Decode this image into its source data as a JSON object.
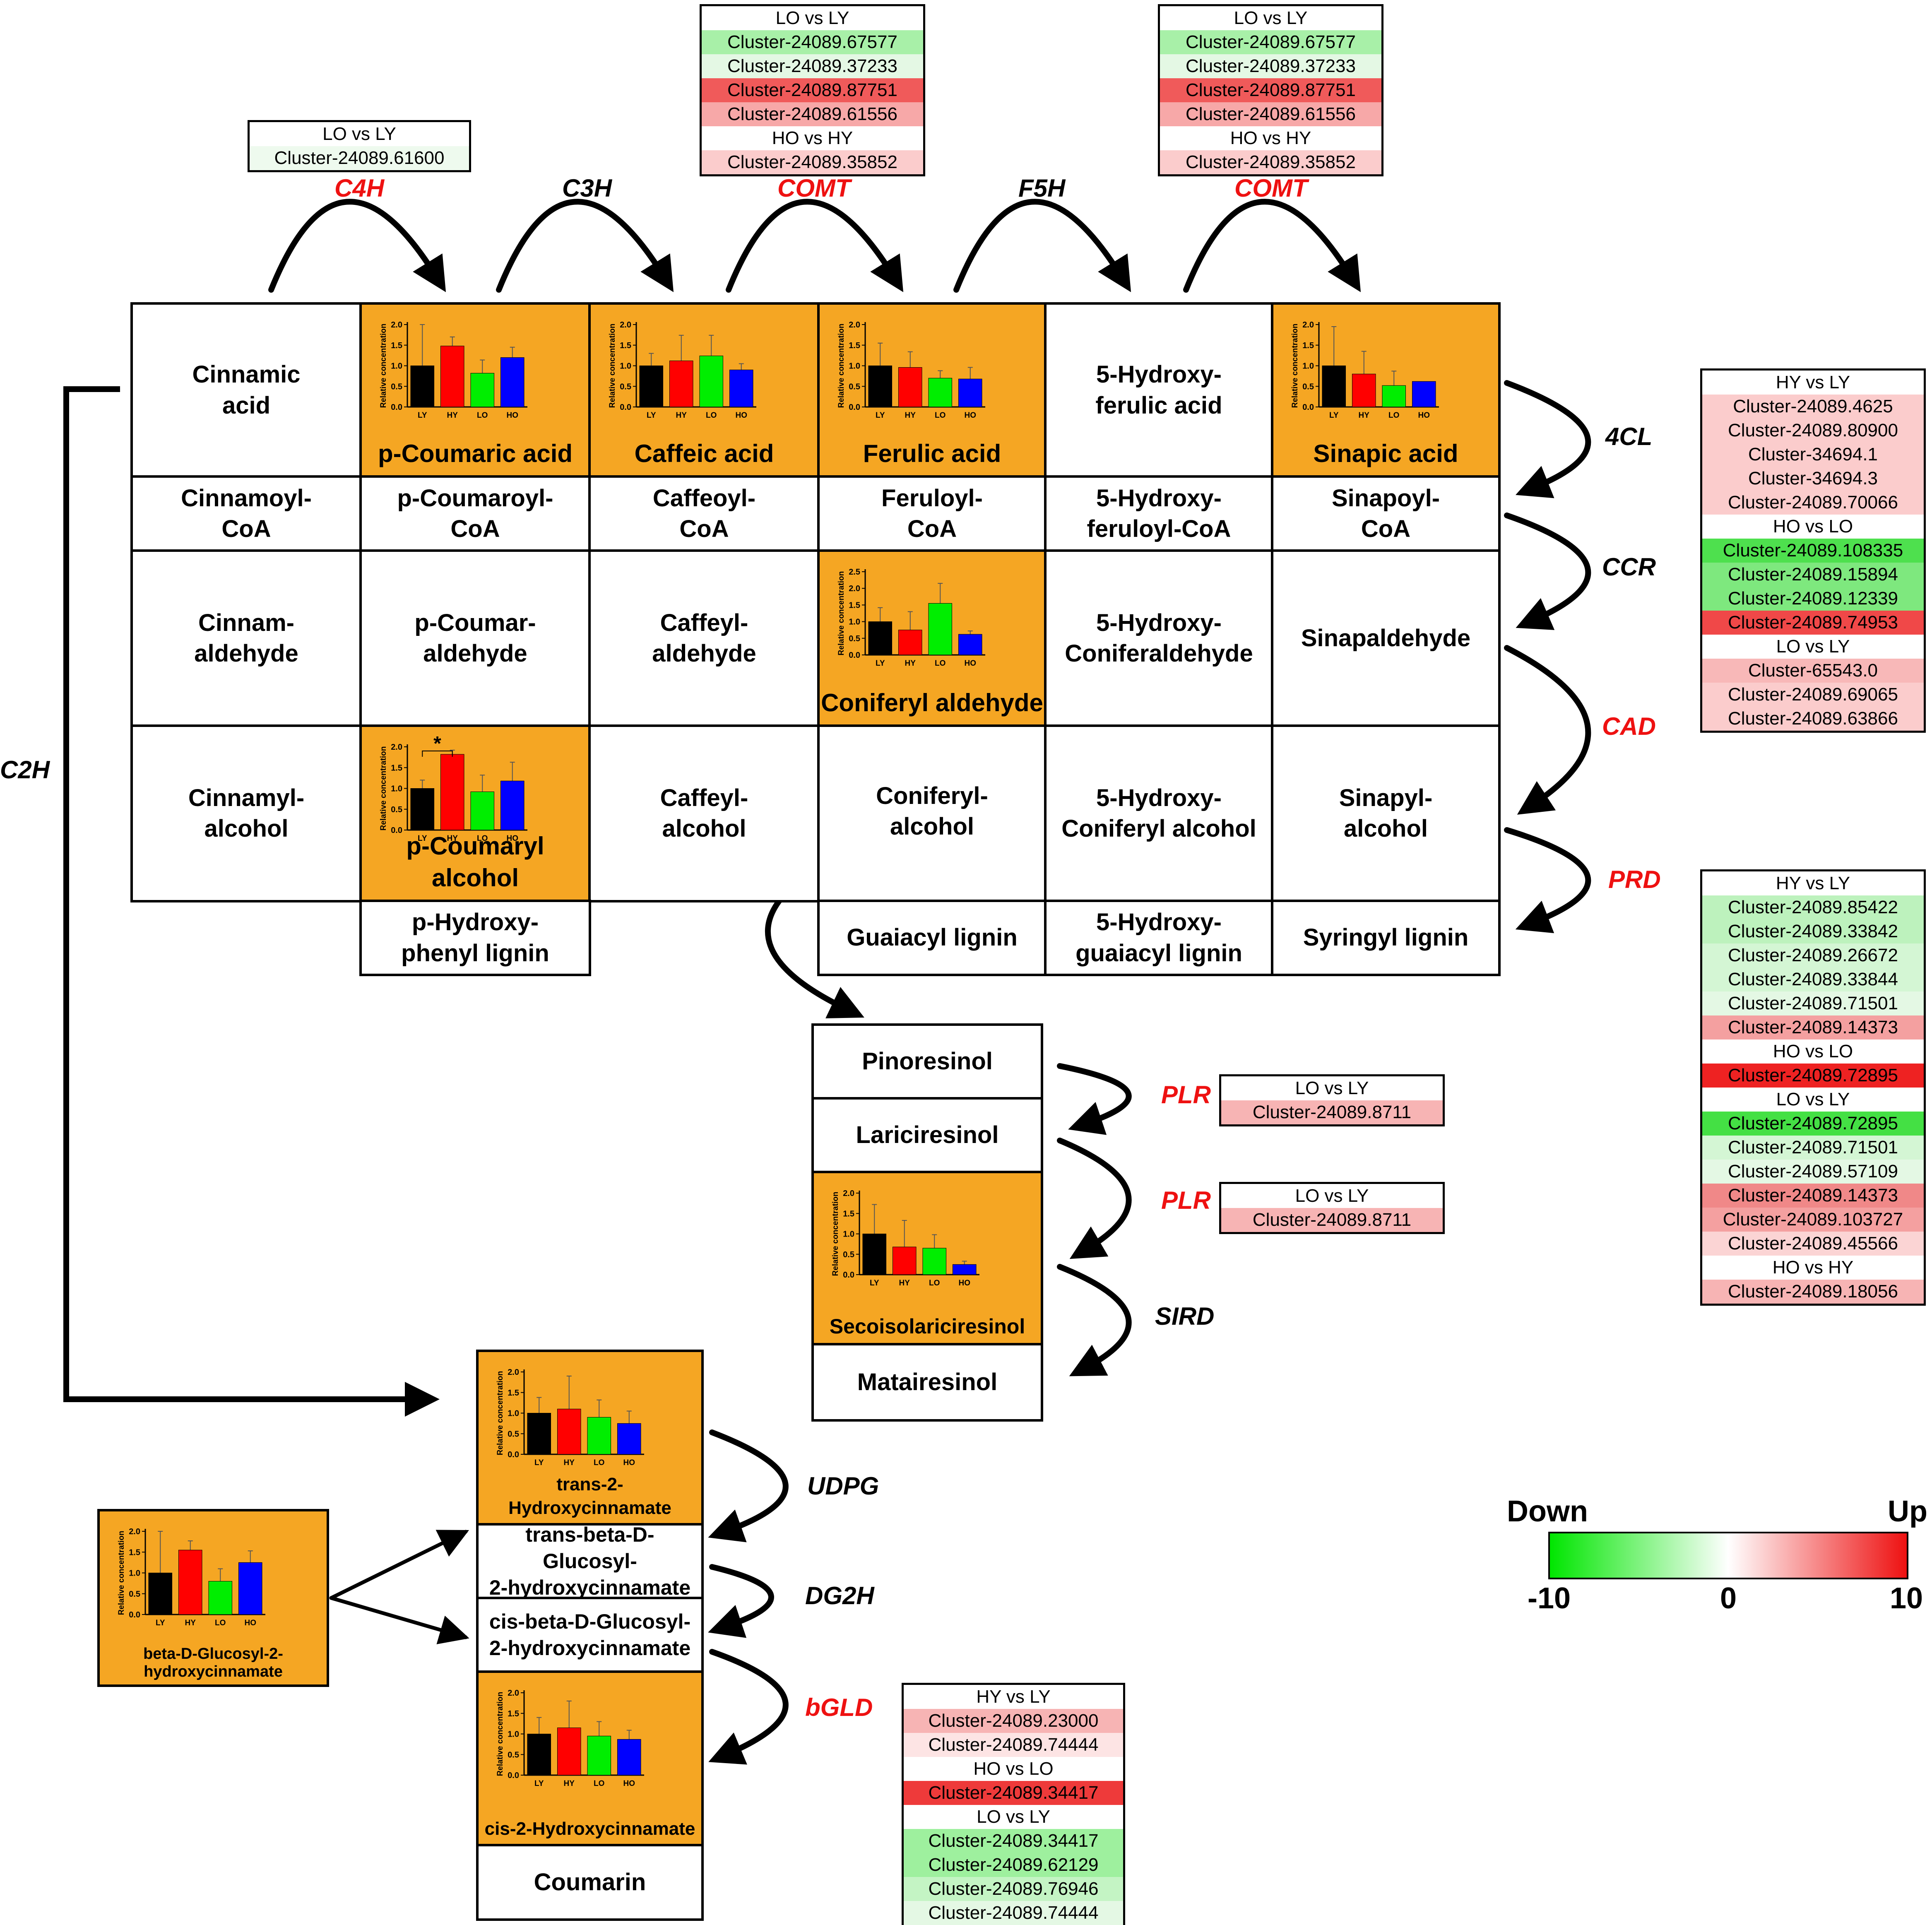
{
  "legend": {
    "down": "Down",
    "up": "Up",
    "min": "-10",
    "zero": "0",
    "max": "10",
    "colors": {
      "low": "#00e600",
      "mid": "#ffffff",
      "high": "#ee1111"
    }
  },
  "chart_axis": {
    "ylabel": "Relative concentration",
    "ticks": [
      "0.0",
      "0.5",
      "1.0",
      "1.5",
      "2.0"
    ],
    "ticks_25": [
      "0.0",
      "0.5",
      "1.0",
      "1.5",
      "2.0",
      "2.5"
    ],
    "groups": [
      "LY",
      "HY",
      "LO",
      "HO"
    ]
  },
  "bar_colors": [
    "#000000",
    "#ff0000",
    "#00ee00",
    "#0000ff"
  ],
  "compounds": {
    "cinnamic_acid": "Cinnamic\nacid",
    "p_coumaric_acid": "p-Coumaric acid",
    "caffeic_acid": "Caffeic acid",
    "ferulic_acid": "Ferulic acid",
    "hydroxyferulic_acid": "5-Hydroxy-\nferulic acid",
    "sinapic_acid": "Sinapic acid",
    "cinnamoyl_coa": "Cinnamoyl-\nCoA",
    "p_coumaroyl_coa": "p-Coumaroyl-\nCoA",
    "caffeoyl_coa": "Caffeoyl-\nCoA",
    "feruloyl_coa": "Feruloyl-\nCoA",
    "hydroxyferuloyl_coa": "5-Hydroxy-\nferuloyl-CoA",
    "sinapoyl_coa": "Sinapoyl-\nCoA",
    "cinnamaldehyde": "Cinnam-\naldehyde",
    "p_coumaraldehyde": "p-Coumar-\naldehyde",
    "caffeylaldehyde": "Caffeyl-\naldehyde",
    "coniferyl_aldehyde": "Coniferyl aldehyde",
    "hydroxyconiferaldehyde": "5-Hydroxy-\nConiferaldehyde",
    "sinapaldehyde": "Sinapaldehyde",
    "cinnamyl_alcohol": "Cinnamyl-\nalcohol",
    "p_coumaryl_alcohol": "p-Coumaryl alcohol",
    "caffeyl_alcohol": "Caffeyl-\nalcohol",
    "coniferyl_alcohol": "Coniferyl-\nalcohol",
    "hydroxyconiferyl_alcohol": "5-Hydroxy-\nConiferyl alcohol",
    "sinapyl_alcohol": "Sinapyl-\nalcohol",
    "p_hydroxyphenyl_lignin": "p-Hydroxy-\nphenyl lignin",
    "guaiacyl_lignin": "Guaiacyl lignin",
    "hydroxyguaiacyl_lignin": "5-Hydroxy-\nguaiacyl lignin",
    "syringyl_lignin": "Syringyl lignin",
    "pinoresinol": "Pinoresinol",
    "lariciresinol": "Lariciresinol",
    "secoisolariciresinol": "Secoisolariciresinol",
    "matairesinol": "Matairesinol",
    "trans_2_hydroxycinnamate": "trans-2-Hydroxycinnamate",
    "trans_glucosyl": "trans-beta-D-Glucosyl-\n2-hydroxycinnamate",
    "cis_glucosyl": "cis-beta-D-Glucosyl-\n2-hydroxycinnamate",
    "cis_2_hydroxycinnamate": "cis-2-Hydroxycinnamate",
    "coumarin": "Coumarin",
    "beta_glucosyl": "beta-D-Glucosyl-2-\nhydroxycinnamate"
  },
  "enzymes": {
    "C4H": {
      "label": "C4H",
      "color": "#ee1111"
    },
    "C3H": {
      "label": "C3H",
      "color": "#000000"
    },
    "COMT1": {
      "label": "COMT",
      "color": "#ee1111"
    },
    "F5H": {
      "label": "F5H",
      "color": "#000000"
    },
    "COMT2": {
      "label": "COMT",
      "color": "#ee1111"
    },
    "4CL": {
      "label": "4CL",
      "color": "#000000"
    },
    "CCR": {
      "label": "CCR",
      "color": "#000000"
    },
    "CAD": {
      "label": "CAD",
      "color": "#ee1111"
    },
    "PRD": {
      "label": "PRD",
      "color": "#ee1111"
    },
    "PLR1": {
      "label": "PLR",
      "color": "#ee1111"
    },
    "PLR2": {
      "label": "PLR",
      "color": "#ee1111"
    },
    "SIRD": {
      "label": "SIRD",
      "color": "#000000"
    },
    "UDPG": {
      "label": "UDPG",
      "color": "#000000"
    },
    "DG2H": {
      "label": "DG2H",
      "color": "#000000"
    },
    "bGLD": {
      "label": "bGLD",
      "color": "#ee1111"
    },
    "C2H": {
      "label": "C2H",
      "color": "#000000"
    }
  },
  "gene_boxes": {
    "c4h": [
      {
        "h": "LO vs LY"
      },
      {
        "t": "Cluster-24089.61600",
        "c": "#eefaee"
      }
    ],
    "comt1": [
      {
        "h": "LO vs LY"
      },
      {
        "t": "Cluster-24089.67577",
        "c": "#a8f0a8"
      },
      {
        "t": "Cluster-24089.37233",
        "c": "#e4f8e4"
      },
      {
        "t": "Cluster-24089.87751",
        "c": "#f05a5a"
      },
      {
        "t": "Cluster-24089.61556",
        "c": "#f7a8a8"
      },
      {
        "h": "HO vs HY"
      },
      {
        "t": "Cluster-24089.35852",
        "c": "#fbcccc"
      }
    ],
    "comt2": [
      {
        "h": "LO vs LY"
      },
      {
        "t": "Cluster-24089.67577",
        "c": "#a8f0a8"
      },
      {
        "t": "Cluster-24089.37233",
        "c": "#e4f8e4"
      },
      {
        "t": "Cluster-24089.87751",
        "c": "#f05a5a"
      },
      {
        "t": "Cluster-24089.61556",
        "c": "#f7a8a8"
      },
      {
        "h": "HO vs HY"
      },
      {
        "t": "Cluster-24089.35852",
        "c": "#fbcccc"
      }
    ],
    "right1": [
      {
        "h": "HY vs LY"
      },
      {
        "t": "Cluster-24089.4625",
        "c": "#fbcccc"
      },
      {
        "t": "Cluster-24089.80900",
        "c": "#fbcccc"
      },
      {
        "t": "Cluster-34694.1",
        "c": "#fbcccc"
      },
      {
        "t": "Cluster-34694.3",
        "c": "#fbcccc"
      },
      {
        "t": "Cluster-24089.70066",
        "c": "#fbcccc"
      },
      {
        "h": "HO vs LO"
      },
      {
        "t": "Cluster-24089.108335",
        "c": "#4ee04e"
      },
      {
        "t": "Cluster-24089.15894",
        "c": "#7ee87e"
      },
      {
        "t": "Cluster-24089.12339",
        "c": "#7ee87e"
      },
      {
        "t": "Cluster-24089.74953",
        "c": "#f04848"
      },
      {
        "h": "LO vs LY"
      },
      {
        "t": "Cluster-65543.0",
        "c": "#f8b8b8"
      },
      {
        "t": "Cluster-24089.69065",
        "c": "#fbcccc"
      },
      {
        "t": "Cluster-24089.63866",
        "c": "#fbcccc"
      }
    ],
    "right2": [
      {
        "h": "HY vs LY"
      },
      {
        "t": "Cluster-24089.85422",
        "c": "#bdf2bd"
      },
      {
        "t": "Cluster-24089.33842",
        "c": "#bdf2bd"
      },
      {
        "t": "Cluster-24089.26672",
        "c": "#d4f6d4"
      },
      {
        "t": "Cluster-24089.33844",
        "c": "#d4f6d4"
      },
      {
        "t": "Cluster-24089.71501",
        "c": "#e4f8e4"
      },
      {
        "t": "Cluster-24089.14373",
        "c": "#f4a0a0"
      },
      {
        "h": "HO vs LO"
      },
      {
        "t": "Cluster-24089.72895",
        "c": "#ee2222"
      },
      {
        "h": "LO vs LY"
      },
      {
        "t": "Cluster-24089.72895",
        "c": "#44e044"
      },
      {
        "t": "Cluster-24089.71501",
        "c": "#d4f6d4"
      },
      {
        "t": "Cluster-24089.57109",
        "c": "#e4f8e4"
      },
      {
        "t": "Cluster-24089.14373",
        "c": "#f08888"
      },
      {
        "t": "Cluster-24089.103727",
        "c": "#f4a0a0"
      },
      {
        "t": "Cluster-24089.45566",
        "c": "#fbd4d4"
      },
      {
        "h": "HO vs HY"
      },
      {
        "t": "Cluster-24089.18056",
        "c": "#f7b4b4"
      }
    ],
    "plr1": [
      {
        "h": "LO vs LY"
      },
      {
        "t": "Cluster-24089.8711",
        "c": "#f7b4b4"
      }
    ],
    "plr2": [
      {
        "h": "LO vs LY"
      },
      {
        "t": "Cluster-24089.8711",
        "c": "#f7b4b4"
      }
    ],
    "bgld": [
      {
        "h": "HY vs LY"
      },
      {
        "t": "Cluster-24089.23000",
        "c": "#f7b4b4"
      },
      {
        "t": "Cluster-24089.74444",
        "c": "#fde4e4"
      },
      {
        "h": "HO vs LO"
      },
      {
        "t": "Cluster-24089.34417",
        "c": "#ee3a3a"
      },
      {
        "h": "LO vs LY"
      },
      {
        "t": "Cluster-24089.34417",
        "c": "#9ef09e"
      },
      {
        "t": "Cluster-24089.62129",
        "c": "#9ef09e"
      },
      {
        "t": "Cluster-24089.76946",
        "c": "#c4f4c4"
      },
      {
        "t": "Cluster-24089.74444",
        "c": "#e4f8e4"
      }
    ]
  },
  "chart_data": [
    {
      "type": "bar",
      "id": "p_coumaric_acid",
      "categories": [
        "LY",
        "HY",
        "LO",
        "HO"
      ],
      "values": [
        1.0,
        1.48,
        0.82,
        1.2
      ],
      "errors": [
        1.0,
        0.22,
        0.32,
        0.25
      ],
      "ylim": [
        0,
        2.0
      ],
      "ylabel": "Relative concentration"
    },
    {
      "type": "bar",
      "id": "caffeic_acid",
      "categories": [
        "LY",
        "HY",
        "LO",
        "HO"
      ],
      "values": [
        1.0,
        1.12,
        1.24,
        0.9
      ],
      "errors": [
        0.3,
        0.62,
        0.5,
        0.15
      ],
      "ylim": [
        0,
        2.0
      ],
      "ylabel": "Relative concentration"
    },
    {
      "type": "bar",
      "id": "ferulic_acid",
      "categories": [
        "LY",
        "HY",
        "LO",
        "HO"
      ],
      "values": [
        1.0,
        0.96,
        0.7,
        0.68
      ],
      "errors": [
        0.55,
        0.38,
        0.18,
        0.28
      ],
      "ylim": [
        0,
        2.0
      ],
      "ylabel": "Relative concentration"
    },
    {
      "type": "bar",
      "id": "sinapic_acid",
      "categories": [
        "LY",
        "HY",
        "LO",
        "HO"
      ],
      "values": [
        1.0,
        0.8,
        0.52,
        0.62
      ],
      "errors": [
        0.95,
        0.55,
        0.35,
        0.0
      ],
      "ylim": [
        0,
        2.0
      ],
      "ylabel": "Relative concentration"
    },
    {
      "type": "bar",
      "id": "coniferyl_aldehyde",
      "categories": [
        "LY",
        "HY",
        "LO",
        "HO"
      ],
      "values": [
        1.0,
        0.75,
        1.55,
        0.62
      ],
      "errors": [
        0.42,
        0.55,
        0.6,
        0.1
      ],
      "ylim": [
        0,
        2.5
      ],
      "ylabel": "Relative concentration"
    },
    {
      "type": "bar",
      "id": "p_coumaryl_alcohol",
      "categories": [
        "LY",
        "HY",
        "LO",
        "HO"
      ],
      "values": [
        1.0,
        1.82,
        0.92,
        1.18
      ],
      "errors": [
        0.2,
        0.1,
        0.4,
        0.45
      ],
      "ylim": [
        0,
        2.0
      ],
      "ylabel": "Relative concentration",
      "annotation": "*"
    },
    {
      "type": "bar",
      "id": "secoisolariciresinol",
      "categories": [
        "LY",
        "HY",
        "LO",
        "HO"
      ],
      "values": [
        1.0,
        0.68,
        0.65,
        0.25
      ],
      "errors": [
        0.72,
        0.65,
        0.33,
        0.08
      ],
      "ylim": [
        0,
        2.0
      ],
      "ylabel": "Relative concentration"
    },
    {
      "type": "bar",
      "id": "trans_2_hydroxycinnamate",
      "categories": [
        "LY",
        "HY",
        "LO",
        "HO"
      ],
      "values": [
        1.0,
        1.1,
        0.9,
        0.75
      ],
      "errors": [
        0.38,
        0.8,
        0.42,
        0.3
      ],
      "ylim": [
        0,
        2.0
      ],
      "ylabel": "Relative concentration"
    },
    {
      "type": "bar",
      "id": "beta_glucosyl",
      "categories": [
        "LY",
        "HY",
        "LO",
        "HO"
      ],
      "values": [
        1.0,
        1.55,
        0.8,
        1.25
      ],
      "errors": [
        1.0,
        0.22,
        0.3,
        0.28
      ],
      "ylim": [
        0,
        2.0
      ],
      "ylabel": "Relative concentration"
    },
    {
      "type": "bar",
      "id": "cis_2_hydroxycinnamate",
      "categories": [
        "LY",
        "HY",
        "LO",
        "HO"
      ],
      "values": [
        1.0,
        1.15,
        0.95,
        0.87
      ],
      "errors": [
        0.4,
        0.65,
        0.35,
        0.22
      ],
      "ylim": [
        0,
        2.0
      ],
      "ylabel": "Relative concentration"
    }
  ]
}
